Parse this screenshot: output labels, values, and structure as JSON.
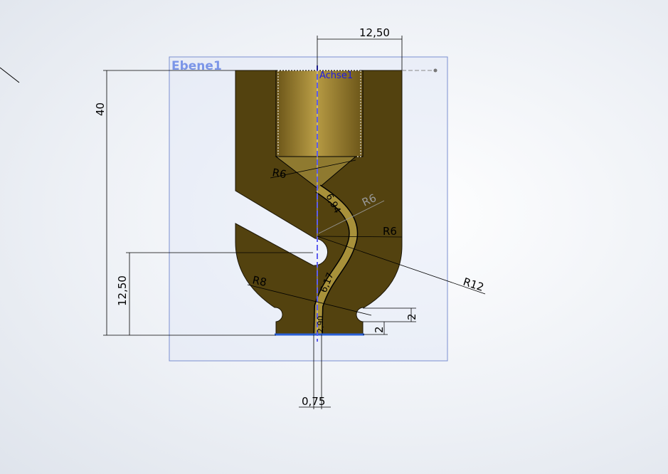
{
  "viewport": {
    "plane_label": "Ebene1",
    "axis_label": "Achse1",
    "dimensions": {
      "top_width": "12,50",
      "height": "40",
      "hole_height": "12,50",
      "radius_top": "R6",
      "radius_mid_gray": "R6",
      "radius_right": "R6",
      "radius_large": "R12",
      "radius_lower": "R8",
      "length_upper": "6,94",
      "length_lower": "6,17",
      "length_bottom": "2,90",
      "foot_height_1": "2",
      "foot_height_2": "2",
      "channel_width": "0,75"
    },
    "colors": {
      "body": "#53420f",
      "channel": "#a8913a",
      "plane": "#7b8fd0",
      "axis": "#1a1ae6"
    }
  }
}
